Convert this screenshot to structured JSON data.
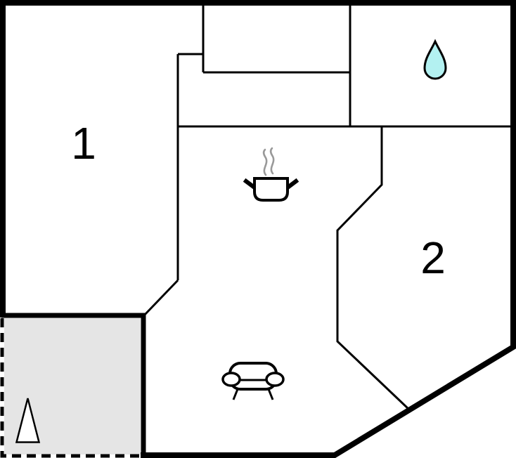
{
  "floor_plan": {
    "title": "apartment-floor-plan",
    "rooms": [
      {
        "id": "room-1",
        "label": "1"
      },
      {
        "id": "room-2",
        "label": "2"
      }
    ],
    "icons": [
      {
        "name": "water-drop-icon"
      },
      {
        "name": "cooking-pot-icon"
      },
      {
        "name": "sofa-icon"
      },
      {
        "name": "tree-icon"
      }
    ]
  },
  "colors": {
    "wall": "#000000",
    "background": "#ffffff",
    "terrace_fill": "#e5e5e5",
    "drop_fill": "#b3f1f1",
    "steam": "#999999"
  }
}
